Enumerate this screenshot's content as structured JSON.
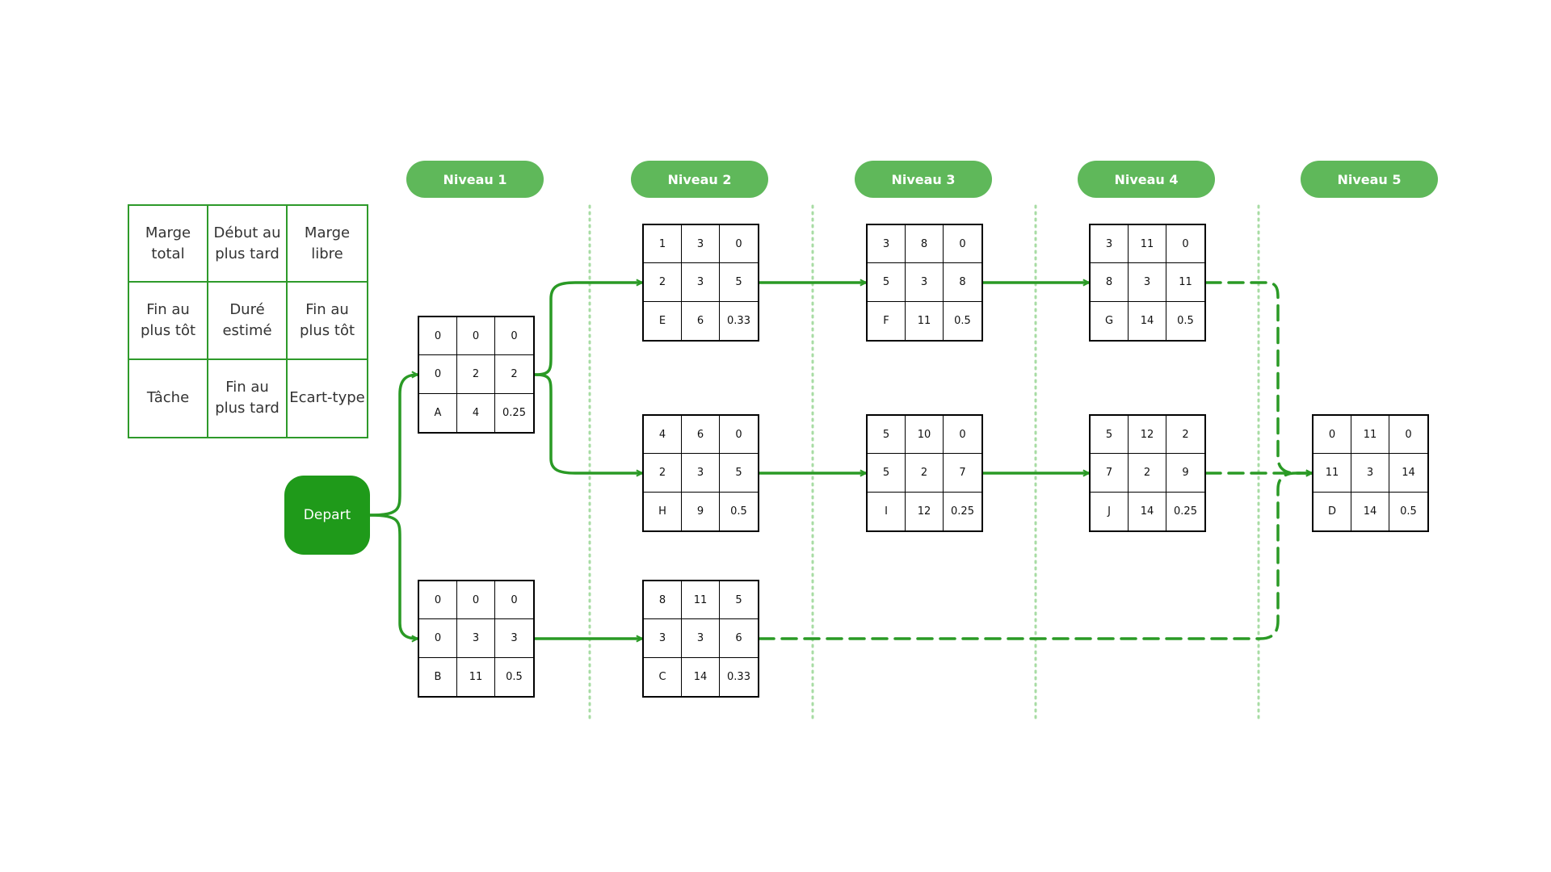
{
  "levels": [
    "Niveau 1",
    "Niveau 2",
    "Niveau 3",
    "Niveau 4",
    "Niveau 5"
  ],
  "legend": [
    [
      "Marge total",
      "Début au plus tard",
      "Marge libre"
    ],
    [
      "Fin au plus tôt",
      "Duré estimé",
      "Fin au plus tôt"
    ],
    [
      "Tâche",
      "Fin au plus tard",
      "Ecart-type"
    ]
  ],
  "start_label": "Depart",
  "tasks": {
    "A": [
      [
        "0",
        "0",
        "0"
      ],
      [
        "0",
        "2",
        "2"
      ],
      [
        "A",
        "4",
        "0.25"
      ]
    ],
    "B": [
      [
        "0",
        "0",
        "0"
      ],
      [
        "0",
        "3",
        "3"
      ],
      [
        "B",
        "11",
        "0.5"
      ]
    ],
    "E": [
      [
        "1",
        "3",
        "0"
      ],
      [
        "2",
        "3",
        "5"
      ],
      [
        "E",
        "6",
        "0.33"
      ]
    ],
    "H": [
      [
        "4",
        "6",
        "0"
      ],
      [
        "2",
        "3",
        "5"
      ],
      [
        "H",
        "9",
        "0.5"
      ]
    ],
    "C": [
      [
        "8",
        "11",
        "5"
      ],
      [
        "3",
        "3",
        "6"
      ],
      [
        "C",
        "14",
        "0.33"
      ]
    ],
    "F": [
      [
        "3",
        "8",
        "0"
      ],
      [
        "5",
        "3",
        "8"
      ],
      [
        "F",
        "11",
        "0.5"
      ]
    ],
    "I": [
      [
        "5",
        "10",
        "0"
      ],
      [
        "5",
        "2",
        "7"
      ],
      [
        "I",
        "12",
        "0.25"
      ]
    ],
    "G": [
      [
        "3",
        "11",
        "0"
      ],
      [
        "8",
        "3",
        "11"
      ],
      [
        "G",
        "14",
        "0.5"
      ]
    ],
    "J": [
      [
        "5",
        "12",
        "2"
      ],
      [
        "7",
        "2",
        "9"
      ],
      [
        "J",
        "14",
        "0.25"
      ]
    ],
    "D": [
      [
        "0",
        "11",
        "0"
      ],
      [
        "11",
        "3",
        "14"
      ],
      [
        "D",
        "14",
        "0.5"
      ]
    ]
  },
  "edges": [
    {
      "from": "Depart",
      "to": "A",
      "style": "solid"
    },
    {
      "from": "Depart",
      "to": "B",
      "style": "solid"
    },
    {
      "from": "A",
      "to": "E",
      "style": "solid"
    },
    {
      "from": "A",
      "to": "H",
      "style": "solid"
    },
    {
      "from": "B",
      "to": "C",
      "style": "solid"
    },
    {
      "from": "E",
      "to": "F",
      "style": "solid"
    },
    {
      "from": "H",
      "to": "I",
      "style": "solid"
    },
    {
      "from": "F",
      "to": "G",
      "style": "solid"
    },
    {
      "from": "I",
      "to": "J",
      "style": "solid"
    },
    {
      "from": "G",
      "to": "D",
      "style": "dashed"
    },
    {
      "from": "J",
      "to": "D",
      "style": "dashed"
    },
    {
      "from": "C",
      "to": "D",
      "style": "dashed"
    }
  ],
  "colors": {
    "edge": "#2a9a25",
    "level_pill": "#5fb85a",
    "start_node": "#1f9a1a",
    "legend_border": "#2e9a2a",
    "level_divider": "#a8dca4"
  }
}
